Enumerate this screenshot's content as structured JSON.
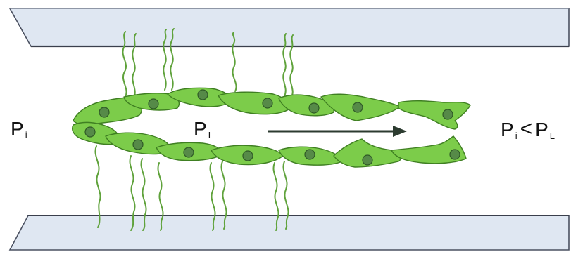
{
  "labels": {
    "interstitial_pressure": {
      "symbol": "P",
      "sub": "i"
    },
    "lumen_pressure": {
      "symbol": "P",
      "sub": "L"
    },
    "relation": {
      "left_symbol": "P",
      "left_sub": "i",
      "operator": "<",
      "right_symbol": "P",
      "right_sub": "L"
    }
  },
  "colors": {
    "plate_face": "#dfe7f2",
    "plate_edge": "#4a5060",
    "cell_fill": "#7ccc4a",
    "cell_stroke": "#3f7f22",
    "nucleus": "#568a48",
    "fiber": "#5fa23b",
    "arrow": "#2c3b30"
  },
  "icons": [
    "flow-arrow-icon"
  ]
}
